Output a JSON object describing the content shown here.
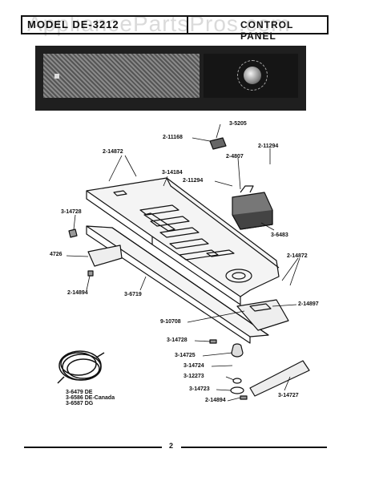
{
  "header": {
    "model_label": "MODEL DE-3212",
    "section_title": "CONTROL PANEL"
  },
  "watermark": "AppliancePartsPros.com",
  "callouts": [
    {
      "id": "c01",
      "text": "3-5205"
    },
    {
      "id": "c02",
      "text": "2-11168"
    },
    {
      "id": "c03",
      "text": "2-11294"
    },
    {
      "id": "c04",
      "text": "2-14872"
    },
    {
      "id": "c05",
      "text": "2-4807"
    },
    {
      "id": "c06",
      "text": "3-14184"
    },
    {
      "id": "c07",
      "text": "2-11294"
    },
    {
      "id": "c08",
      "text": "3-14728"
    },
    {
      "id": "c09",
      "text": "3-6483"
    },
    {
      "id": "c10",
      "text": "4726"
    },
    {
      "id": "c11",
      "text": "2-14872"
    },
    {
      "id": "c12",
      "text": "2-14894"
    },
    {
      "id": "c13",
      "text": "3-6719"
    },
    {
      "id": "c14",
      "text": "2-14897"
    },
    {
      "id": "c15",
      "text": "9-10708"
    },
    {
      "id": "c16",
      "text": "3-14728"
    },
    {
      "id": "c17",
      "text": "3-14725"
    },
    {
      "id": "c18",
      "text": "3-14724"
    },
    {
      "id": "c19",
      "text": "3-12273"
    },
    {
      "id": "c20",
      "text": "3-14723"
    },
    {
      "id": "c21",
      "text": "2-14894"
    },
    {
      "id": "c22",
      "text": "3-14727"
    }
  ],
  "cord_parts": {
    "line1": "3-6479  DE",
    "line2": "3-6586  DE-Canada",
    "line3": "3-6587  DG"
  },
  "page_number": "2"
}
